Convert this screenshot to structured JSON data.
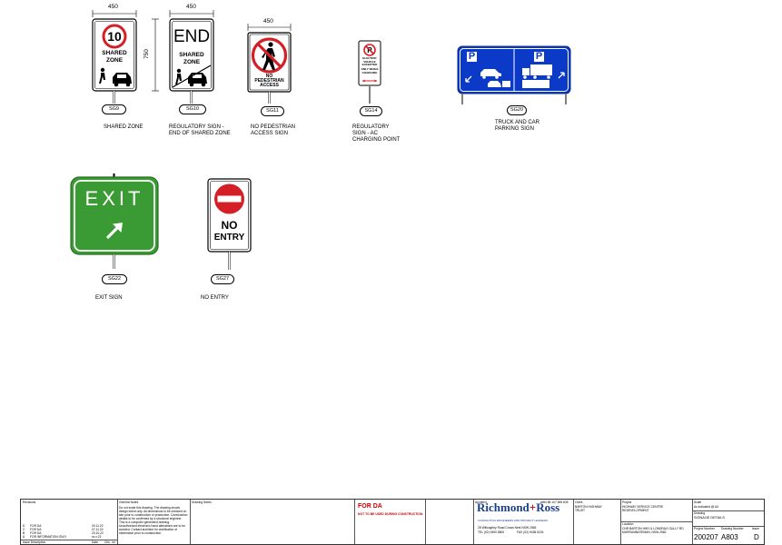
{
  "signs": {
    "sg9": {
      "tag": "SG9",
      "caption": "SHARED ZONE",
      "dim_width": "450",
      "speed": "10",
      "text1": "SHARED",
      "text2": "ZONE"
    },
    "sg10": {
      "tag": "SG10",
      "caption1": "REGULATORY SIGN -",
      "caption2": "END OF SHARED ZONE",
      "dim_width": "450",
      "dim_height": "750",
      "end": "END",
      "text1": "SHARED",
      "text2": "ZONE"
    },
    "sg11": {
      "tag": "SG11",
      "caption1": "NO PEDESTRIAN",
      "caption2": "ACCESS SIGN",
      "dim_width": "450",
      "text1": "NO",
      "text2": "PEDESTRIAN",
      "text3": "ACCESS"
    },
    "sg14": {
      "tag": "SG14",
      "caption1": "REGULATORY",
      "caption2": "SIGN - AC",
      "caption3": "CHARGING POINT",
      "text1": "ELECTRIC",
      "text2": "VEHICLE",
      "text3": "EXCEPTED",
      "text4": "ONLY WHILE",
      "text5": "CHARGING"
    },
    "sg20": {
      "tag": "SG20",
      "caption1": "TRUCK AND CAR",
      "caption2": "PARKING SIGN",
      "p": "P"
    },
    "sg22": {
      "tag": "SG22",
      "caption": "EXIT SIGN",
      "text": "EXIT"
    },
    "sg27": {
      "tag": "SG27",
      "caption": "NO ENTRY",
      "text1": "NO",
      "text2": "ENTRY"
    }
  },
  "title_block": {
    "revisions_label": "Revisions",
    "rev_rows": [
      {
        "rev": "D",
        "desc": "FOR DA",
        "date": "00.11.22"
      },
      {
        "rev": "C",
        "desc": "FOR DA",
        "date": "07.11.22"
      },
      {
        "rev": "B",
        "desc": "FOR DA",
        "date": "20.10.22"
      },
      {
        "rev": "A",
        "desc": "FOR INFORMATION ONLY",
        "date": "xx.x.22"
      }
    ],
    "rev_footer": {
      "issue": "Issue Description",
      "date": "Date",
      "chk": "Chk",
      "ini": "Int"
    },
    "general_notes_label": "General Notes",
    "general_notes_text": "Do not scale this drawing. The drawing shows design intent only. All dimensions to be checked on site prior to construction or production. Construction details to be confirmed by a structural engineer. This is a computer generated drawing. Unauthorised electronic hand alterations are to be avoided. Contact architect for clarification of information prior to construction.",
    "drawing_notes_label": "Drawing Notes",
    "status_title": "FOR DA",
    "status_sub": "NOT TO BE USED DURING CONSTRUCTION",
    "architect_label": "Architect",
    "abn": "ABN 88 107 695 835",
    "firm_name_a": "Richmond",
    "firm_plus": "+",
    "firm_name_b": "Ross",
    "firm_tagline": "CONSULTING ENGINEERS AND PROJECT LEADERS",
    "firm_address": "28 Willoughby Road   Crows Nest   NSW 2065",
    "firm_tel": "TEL (02) 9490 8600",
    "firm_fax": "FAX (02) 9438 5224",
    "client_label": "Client",
    "client_name_1": "BARTON HIGHWAY",
    "client_name_2": "TRUST",
    "project_label": "Project",
    "project_name_1": "HIGHWAY SERVICE CENTRE",
    "project_name_2": "REDEVELOPMENT",
    "location_label": "Location",
    "location_1": "CNR BARTON HWY & LONDRAG GULLY RD",
    "location_2": "MURRUMBATEMAN, NSW 2582",
    "scale_label": "Scale",
    "scale_value": "As indicated @ A3",
    "drawing_label": "Drawing",
    "drawing_title": "SIGNAGE DETAILS",
    "project_number_label": "Project Number",
    "drawing_number_label": "Drawing Number",
    "issue_label": "Issue",
    "project_number": "200207",
    "drawing_number": "A803",
    "issue": "D"
  }
}
